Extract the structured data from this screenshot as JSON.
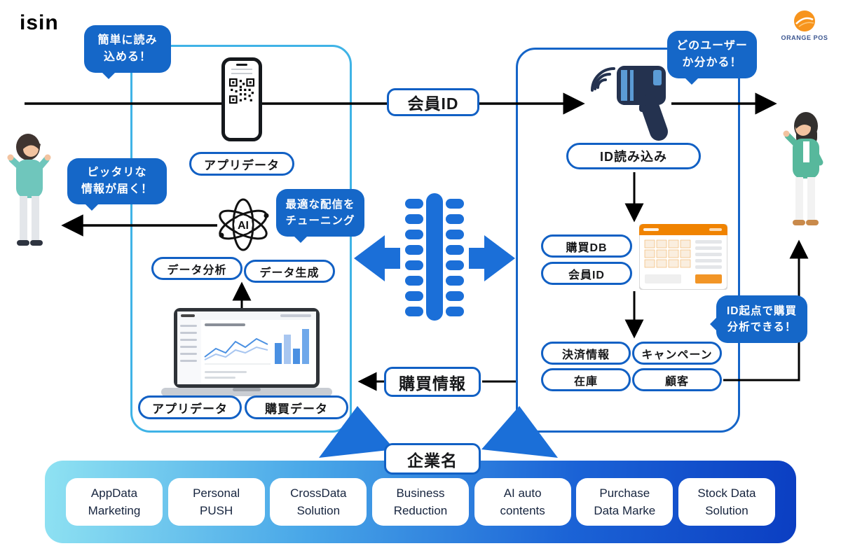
{
  "header": {
    "isin_logo": "isin",
    "orangepos_logo": "ORANGE POS"
  },
  "bubbles": {
    "easy_read": {
      "line1": "簡単に読み",
      "line2": "込める！"
    },
    "which_user": {
      "line1": "どのユーザー",
      "line2": "か分かる！"
    },
    "fitting_info": {
      "line1": "ピッタリな",
      "line2": "情報が届く！"
    },
    "tuning": {
      "line1": "最適な配信を",
      "line2": "チューニング"
    },
    "id_analysis": {
      "line1": "ID起点で購買",
      "line2": "分析できる！"
    }
  },
  "labels": {
    "app_data_top": "アプリデータ",
    "member_id_main": "会員ID",
    "id_reading": "ID読み込み",
    "purchase_db": "購買DB",
    "member_id_small": "会員ID",
    "data_analysis": "データ分析",
    "data_generation": "データ生成",
    "payment_info": "決済情報",
    "campaign": "キャンペーン",
    "stock": "在庫",
    "customer": "顧客",
    "app_data_bottom": "アプリデータ",
    "purchase_data": "購買データ",
    "purchase_info": "購買情報",
    "company_name": "企業名",
    "ai": "AI"
  },
  "services": [
    {
      "line1": "AppData",
      "line2": "Marketing"
    },
    {
      "line1": "Personal",
      "line2": "PUSH"
    },
    {
      "line1": "CrossData",
      "line2": "Solution"
    },
    {
      "line1": "Business",
      "line2": "Reduction"
    },
    {
      "line1": "AI auto",
      "line2": "contents"
    },
    {
      "line1": "Purchase",
      "line2": "Data Marke"
    },
    {
      "line1": "Stock Data",
      "line2": "Solution"
    }
  ],
  "colors": {
    "bubble_blue": "#1567C8",
    "pill_border": "#1160C4",
    "panel_left_border": "#3FB3E6",
    "panel_right_border": "#1565C8",
    "center_icon_blue": "#1B6FD8",
    "bar_gradient_start": "#8FE2F2",
    "bar_gradient_end": "#0B3EC2",
    "orange_pos_logo": "#F7941D",
    "pos_header_orange": "#F08300"
  }
}
